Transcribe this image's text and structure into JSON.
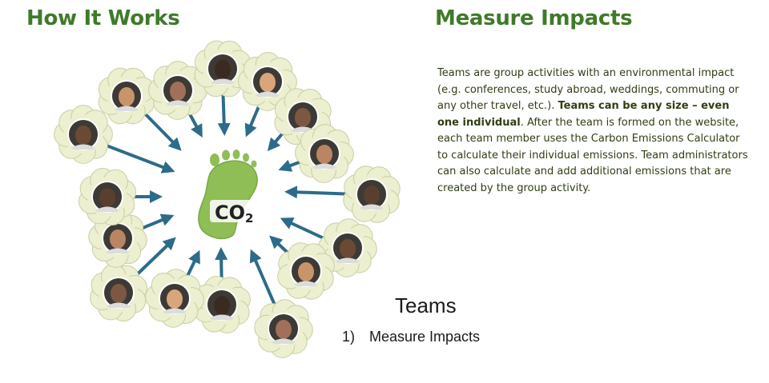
{
  "headings": {
    "left": "How It Works",
    "right": "Measure Impacts"
  },
  "description": {
    "part1": "Teams are group activities with an environmental impact (e.g. conferences, study abroad, weddings, commuting or any other travel, etc.). ",
    "bold": "Teams can be any size – even one individual",
    "part2": ". After the team is formed on the website, each team member uses the Carbon Emissions Calculator to calculate their individual emissions. Team administrators can also calculate and add additional emissions that are created by the group activity."
  },
  "center": {
    "icon": "footprint-icon",
    "label": "CO",
    "subscript": "2"
  },
  "teams": {
    "title": "Teams",
    "items": [
      {
        "number": "1)",
        "label": "Measure Impacts"
      }
    ]
  },
  "colors": {
    "heading_green": "#3f7a2a",
    "footprint_green": "#8fbd56",
    "cloud_fill": "#ecefd0",
    "arrow_blue": "#2d6b8a"
  }
}
